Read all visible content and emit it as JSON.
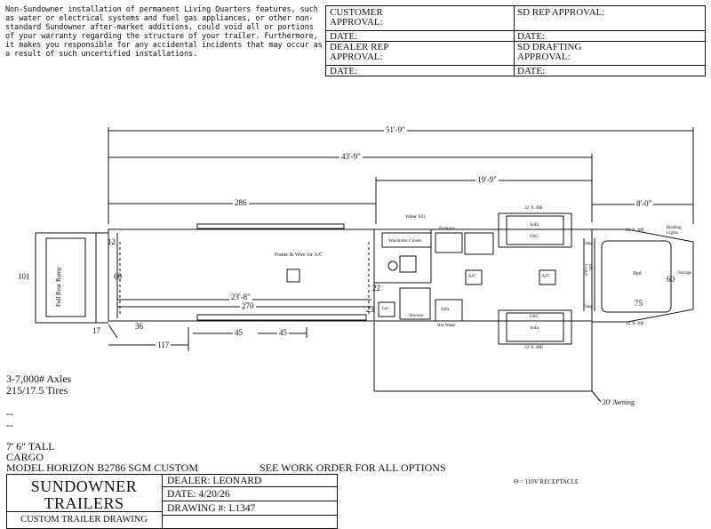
{
  "disclaimer": "Non-Sundowner installation of permanent Living Quarters features, such as water or electrical systems and fuel gas appliances, or other non-standard Sundowner after-market additions, could void all or portions of your warranty regarding the structure of your trailer. Furthermore, it makes you responsible for any accidental incidents that may occur as a result of such uncertified installations.",
  "approvals": {
    "customer_approval": "CUSTOMER APPROVAL:",
    "sd_rep_approval": "SD REP APPROVAL:",
    "dealer_rep_approval": "DEALER REP APPROVAL:",
    "sd_drafting_approval": "SD DRAFTING APPROVAL:",
    "date": "DATE:"
  },
  "dimensions": {
    "overall": "51'-9\"",
    "box": "43'-9\"",
    "lq": "19'-9\"",
    "nose": "8'-0\"",
    "top_length": "286",
    "interior_length": "23'-8\"",
    "bottom_length": "270",
    "bottom_left": "117",
    "seg_a": "45",
    "seg_b": "45",
    "gap_36": "36",
    "width_left": "101",
    "width_60": "60",
    "right_60": "60",
    "bath_22": "22",
    "bath_23": "23",
    "dim_12": "12",
    "dim_17": "17",
    "dim_75": "75"
  },
  "labels": {
    "ramp": "Full Rear Ramp",
    "frame_wire": "Frame & Wire for A/C",
    "wardrobe": "Wardrobe Closet",
    "water_fill": "Water Fill",
    "furnace": "Furnace",
    "ac1": "A/C",
    "ac2": "A/C",
    "shower": "Shower",
    "sofa_bed": "Sofa",
    "sofa_bed2": "Sofa",
    "kit_window_top": "22 X 48E",
    "kit_window_bottom": "22 X 48E",
    "nose_window_top": "22 X 38E",
    "nose_window_bottom": "22 X 38E",
    "reading": "Reading Lights",
    "awning": "20' Awning",
    "ent_center": "Ent. Center",
    "step1": "Step",
    "step2": "Step",
    "storage": "Storage",
    "bed_label": "Bed",
    "hot_water": "Hot Water",
    "osc1": "OSC",
    "osc2": "OSC",
    "lav": "Lav",
    "sofa_small": "Sofa"
  },
  "specs": {
    "axles": "3-7,000# Axles",
    "tires": "215/17.5 Tires",
    "dash1": "--",
    "dash2": "--",
    "tall": "7' 6\" TALL",
    "cargo": "CARGO",
    "model": "MODEL HORIZON B2786 SGM CUSTOM",
    "see_work": "SEE WORK ORDER FOR ALL OPTIONS",
    "receptacle": "Θ = 110V RECEPTACLE"
  },
  "title_block": {
    "brand_line1": "SUNDOWNER",
    "brand_line2": "TRAILERS",
    "subtitle": "CUSTOM TRAILER DRAWING",
    "dealer": "DEALER: LEONARD",
    "date": "DATE: 4/20/26",
    "drawing": "DRAWING #: L1347"
  }
}
